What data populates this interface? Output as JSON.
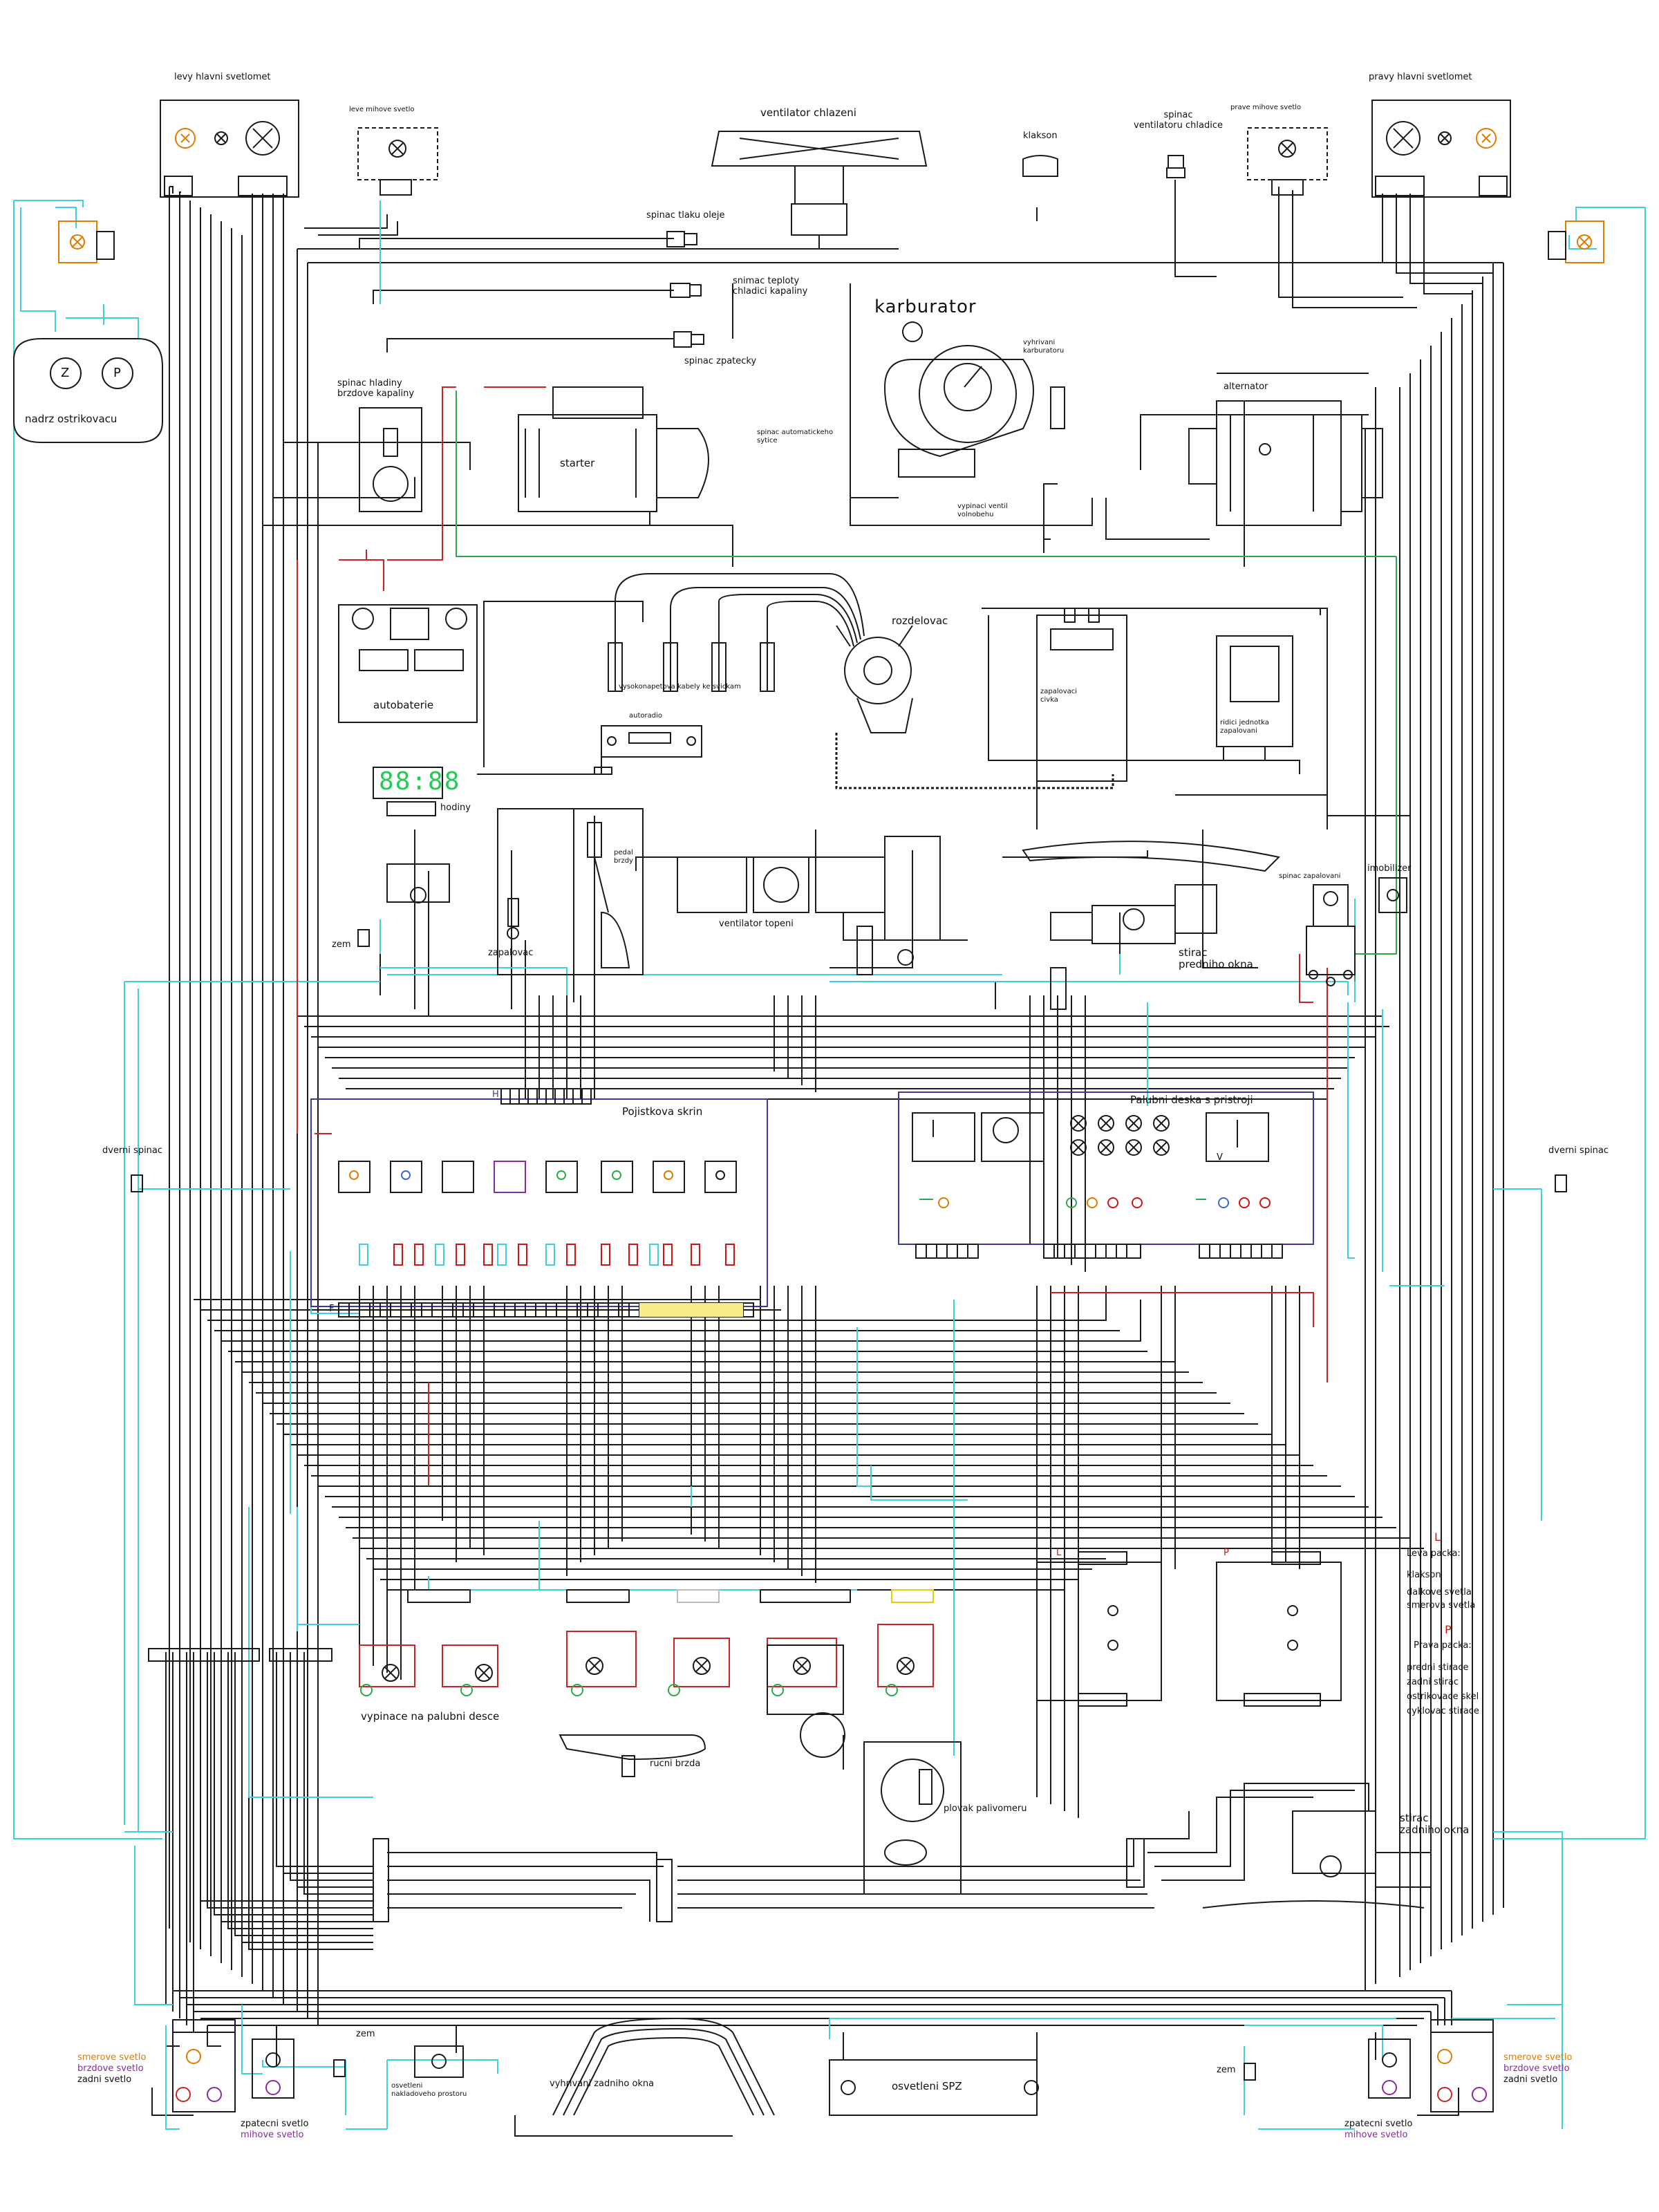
{
  "colors": {
    "wire_black": "#1a1a1a",
    "wire_cyan": "#3ed0dc",
    "wire_red": "#cc2222",
    "wire_green": "#2aa84a",
    "accent_orange": "#e07a00",
    "accent_purple": "#8a2aa0",
    "clock_green": "#22cc55",
    "fuse_yellow": "#f6ec8a"
  },
  "labels": {
    "left_headlight": "levy hlavni svetlomet",
    "left_flasher": "leve mihove svetlo",
    "cooling_fan": "ventilator chlazeni",
    "horn": "klakson",
    "fan_switch": "spinac\nventilatoru chladice",
    "right_flasher": "prave mihove svetlo",
    "right_headlight": "pravy hlavni svetlomet",
    "oil_pressure": "spinac tlaku oleje",
    "coolant_temp": "snimac teploty\nchladici kapaliny",
    "reverse_switch": "spinac zpatecky",
    "washer_tank": "nadrz ostrikovacu",
    "washer_z": "Z",
    "washer_p": "P",
    "carburetor": "karburator",
    "carb_heating": "vyhrivani\nkarburatoru",
    "choke_switch": "spinac automatickeho\nsytice",
    "idle_valve": "vypinaci ventil\nvolnobehu",
    "alternator": "alternator",
    "brake_fluid": "spinac hladiny\nbrzdove kapaliny",
    "starter": "starter",
    "distributor": "rozdelovac",
    "ht_cables": "vysokonapetova kabely ke svickam",
    "ignition_coil": "zapalovaci\ncivka",
    "ignition_unit": "ridici jednotka\nzapalovani",
    "battery": "autobaterie",
    "radio": "autoradio",
    "clock": "hodiny",
    "clock_display": "88:88",
    "lighter": "zapalovac",
    "brake_pedal": "pedal\nbrzdy",
    "heater_fan": "ventilator topeni",
    "front_wiper": "stirac\npredniho okna",
    "ignition_switch": "spinac zapalovani",
    "immobilizer": "imobilizer",
    "ground": "zem",
    "fuse_box": "Pojistkova skrin",
    "dashboard": "Palubni deska s pristroji",
    "door_switch_left": "dverni spinac",
    "door_switch_right": "dverni spinac",
    "dash_switches": "vypinace na palubni desce",
    "handbrake": "rucni brzda",
    "fuel_float": "plovak palivomeru",
    "rear_wiper": "stirac\nzadniho okna",
    "trunk_light": "osvetleni\nnakladoveho prostoru",
    "rear_defrost": "vyhrivani zadniho okna",
    "plate_light": "osvetleni SPZ",
    "reverse_light": "zpatecni svetlo",
    "rear_flasher": "mihove svetlo",
    "turn_light": "smerove svetlo",
    "brake_light": "brzdove svetlo",
    "tail_light": "zadni svetlo",
    "fuse_box_H": "H",
    "fuse_box_F": "F",
    "stalk_L": "L",
    "stalk_P": "P",
    "dash_V": "V"
  },
  "legend": {
    "left_letter": "L",
    "left_title": "Leva packa:",
    "left_items": [
      "klakson",
      "dalkove svetla",
      "smerova svetla"
    ],
    "right_letter": "P",
    "right_title": "Prava packa:",
    "right_items": [
      "predni stirace",
      "zadni stirac",
      "ostrikovace skel",
      "cyklovac stirace"
    ]
  }
}
